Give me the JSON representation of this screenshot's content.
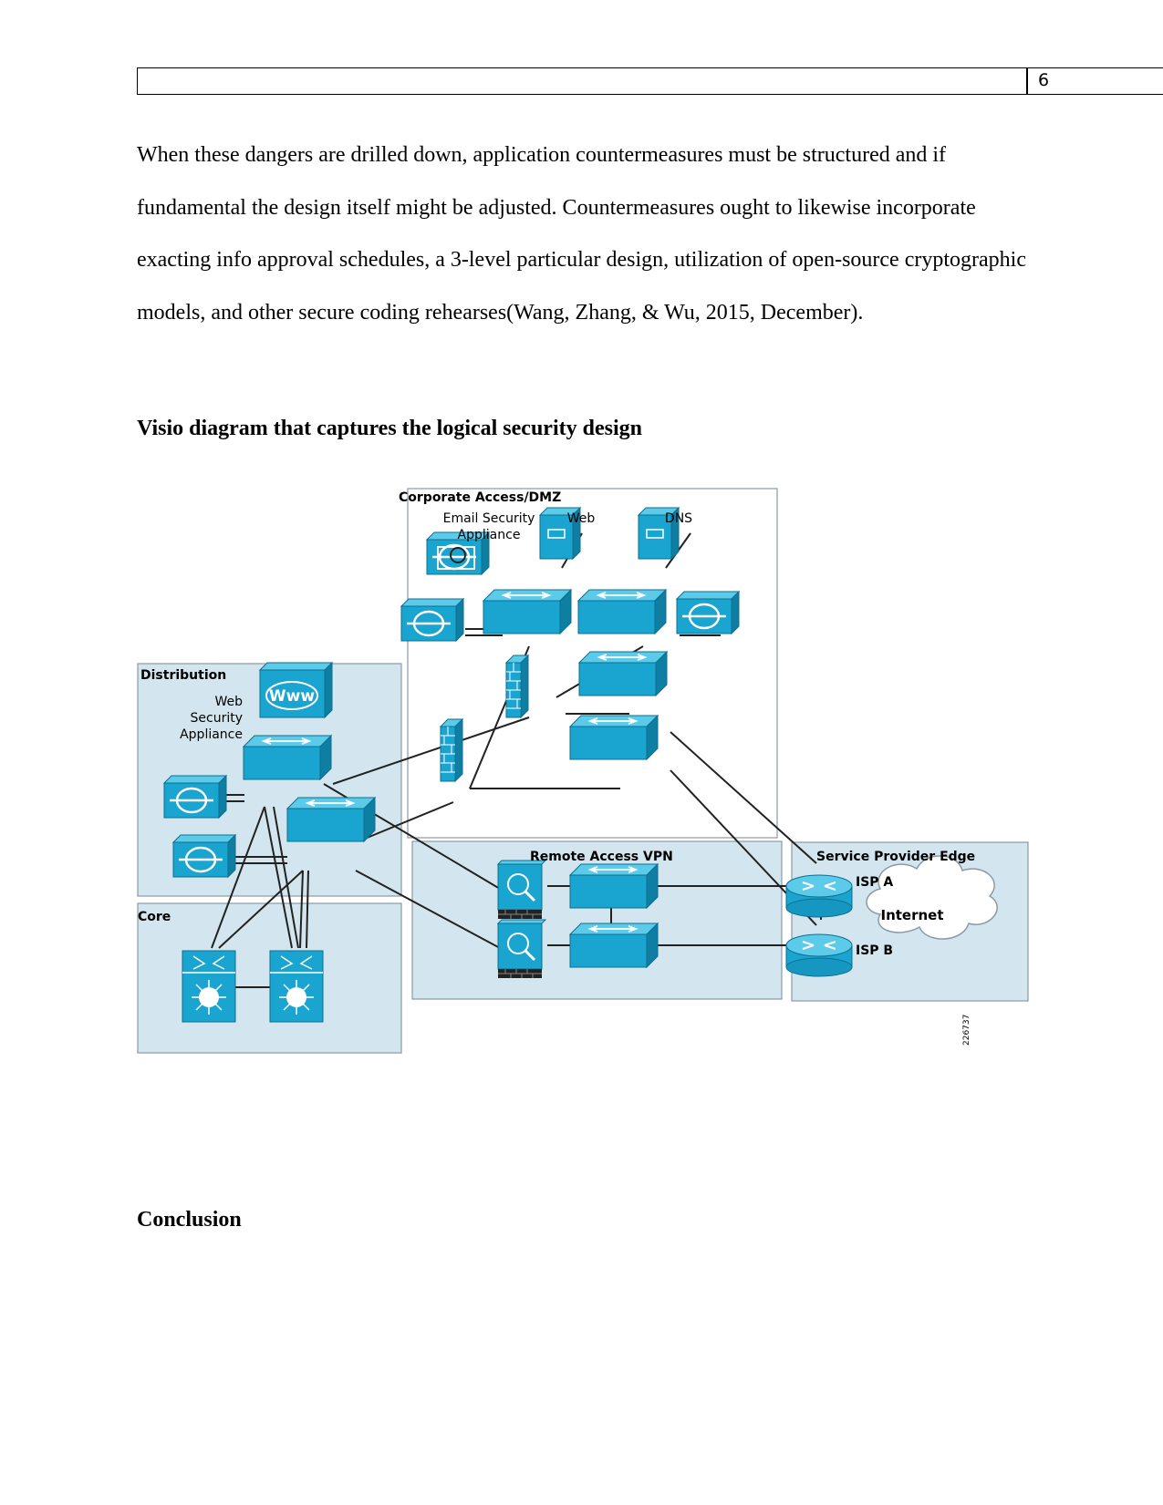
{
  "header": {
    "page_number": "6"
  },
  "paragraph": "When these dangers are drilled down, application countermeasures must be structured and if fundamental the design itself might be adjusted. Countermeasures ought to likewise incorporate exacting info approval schedules, a 3-level particular design, utilization of open-source cryptographic models, and other secure coding rehearses(Wang, Zhang, & Wu, 2015, December).",
  "section_heading": "Visio diagram that captures the logical security design",
  "conclusion_heading": "Conclusion",
  "diagram": {
    "zones": {
      "corporate": "Corporate Access/DMZ",
      "distribution": "Distribution",
      "core": "Core",
      "remote_vpn": "Remote Access VPN",
      "provider_edge": "Service Provider Edge"
    },
    "labels": {
      "email_line1": "Email Security",
      "email_line2": "Appliance",
      "web": "Web",
      "dns": "DNS",
      "wsa_line1": "Web",
      "wsa_line2": "Security",
      "wsa_line3": "Appliance",
      "wsa_icon_text": "Www",
      "isp_a": "ISP A",
      "isp_b": "ISP B",
      "internet": "Internet",
      "figure_id": "226737"
    },
    "colors": {
      "device": "#1aa4d0",
      "device_dark": "#0f7ea3",
      "zone_fill": "#d3e6ef",
      "zone_border": "#8a9aa4"
    }
  }
}
